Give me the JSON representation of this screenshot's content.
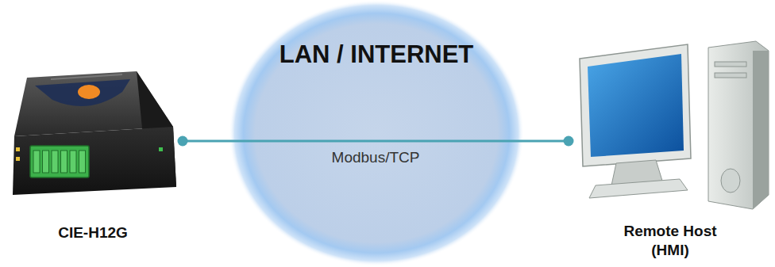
{
  "diagram": {
    "nodes": [
      {
        "text": [
          "CIE-H12G"
        ]
      },
      {
        "text": [
          "LAN / INTERNET"
        ]
      },
      {
        "text": [
          "Remote Host (HMI)"
        ]
      }
    ],
    "edges": [
      {
        "from": 0,
        "to": 2,
        "label": "Modbus/TCP",
        "arrow": "none"
      }
    ]
  }
}
